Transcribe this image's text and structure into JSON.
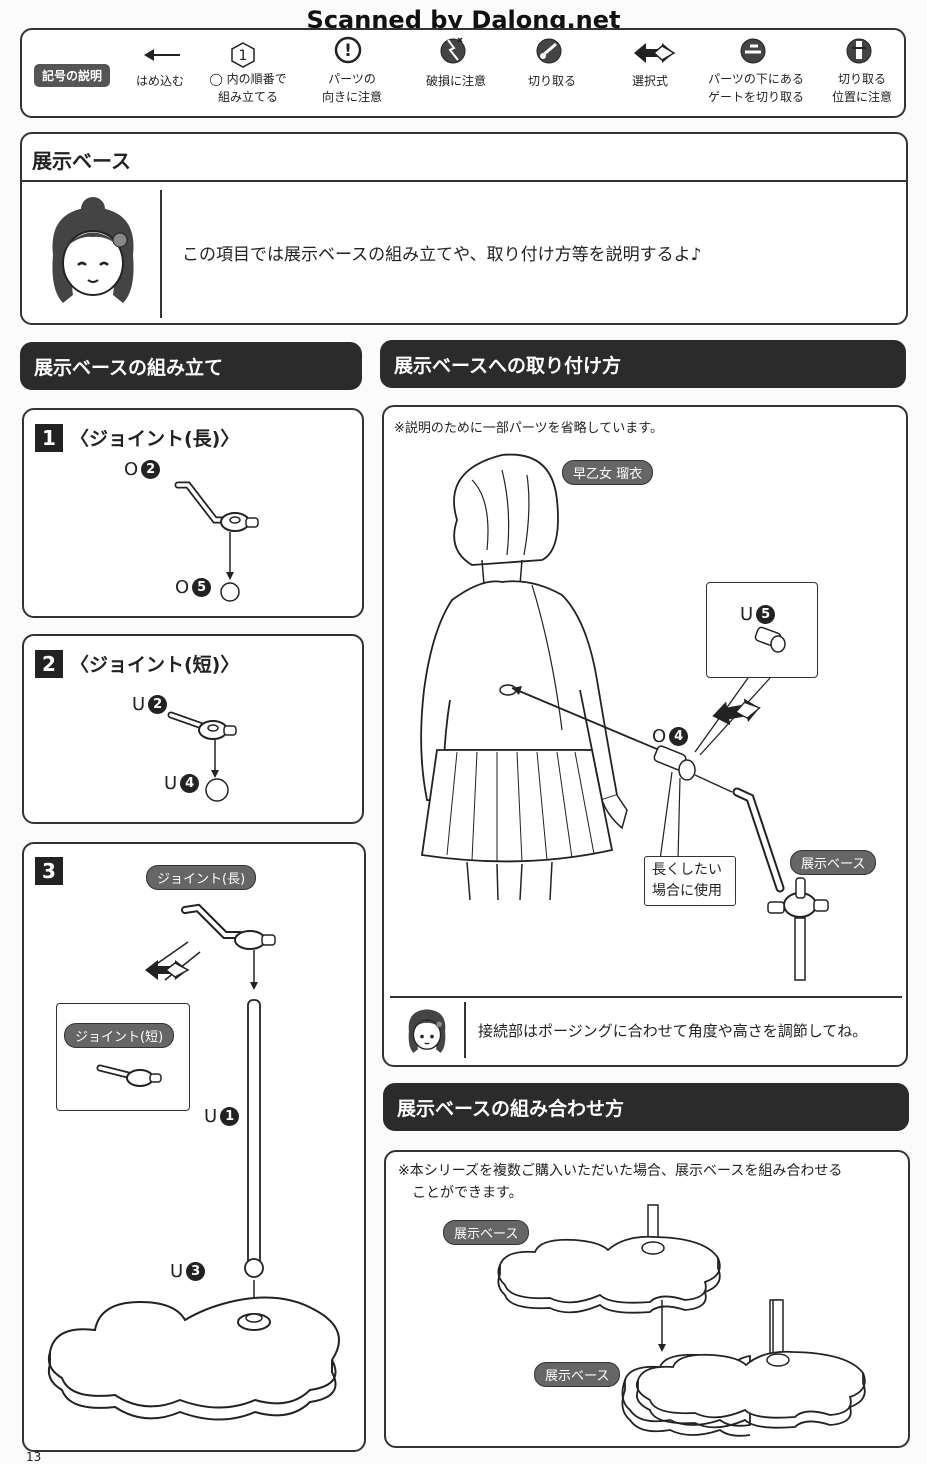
{
  "watermark": "Scanned by Dalong.net",
  "legend": {
    "tag": "記号の説明",
    "items": [
      {
        "label": "はめ込む",
        "icon": "arrow-left-icon"
      },
      {
        "label": "◯ 内の順番で\n組み立てる",
        "icon": "circled-number-icon",
        "iconText": "1"
      },
      {
        "label": "パーツの\n向きに注意",
        "icon": "exclamation-circle-icon",
        "iconText": "!"
      },
      {
        "label": "破損に注意",
        "icon": "broken-part-icon"
      },
      {
        "label": "切り取る",
        "icon": "cut-icon"
      },
      {
        "label": "選択式",
        "icon": "double-arrow-icon"
      },
      {
        "label": "パーツの下にある\nゲートを切り取る",
        "icon": "gate-cut-icon"
      },
      {
        "label": "切り取る\n位置に注意",
        "icon": "cut-position-icon"
      }
    ]
  },
  "intro": {
    "title": "展示ベース",
    "text": "この項目では展示ベースの組み立てや、取り付け方等を説明するよ♪"
  },
  "assembly": {
    "header": "展示ベースの組み立て",
    "step1": {
      "num": "1",
      "title": "〈ジョイント(長)〉",
      "parts": [
        {
          "letter": "O",
          "num": "2"
        },
        {
          "letter": "O",
          "num": "5"
        }
      ]
    },
    "step2": {
      "num": "2",
      "title": "〈ジョイント(短)〉",
      "parts": [
        {
          "letter": "U",
          "num": "2"
        },
        {
          "letter": "U",
          "num": "4"
        }
      ]
    },
    "step3": {
      "num": "3",
      "joint_long": "ジョイント(長)",
      "joint_short": "ジョイント(短)",
      "parts": [
        {
          "letter": "U",
          "num": "1"
        },
        {
          "letter": "U",
          "num": "3"
        }
      ]
    }
  },
  "attach": {
    "header": "展示ベースへの取り付け方",
    "note": "※説明のために一部パーツを省略しています。",
    "character": "早乙女 瑠衣",
    "part_u5": {
      "letter": "U",
      "num": "5"
    },
    "part_o4": {
      "letter": "O",
      "num": "4"
    },
    "long_use": "長くしたい\n場合に使用",
    "base_label": "展示ベース",
    "tip": "接続部はポージングに合わせて角度や高さを調節してね。"
  },
  "combine": {
    "header": "展示ベースの組み合わせ方",
    "note": "※本シリーズを複数ご購入いただいた場合、展示ベースを組み合わせる\n　ことができます。",
    "base_label_1": "展示ベース",
    "base_label_2": "展示ベース"
  },
  "page_number": "13",
  "colors": {
    "dark": "#2b2b2b",
    "pill": "#666666",
    "line": "#333333"
  }
}
